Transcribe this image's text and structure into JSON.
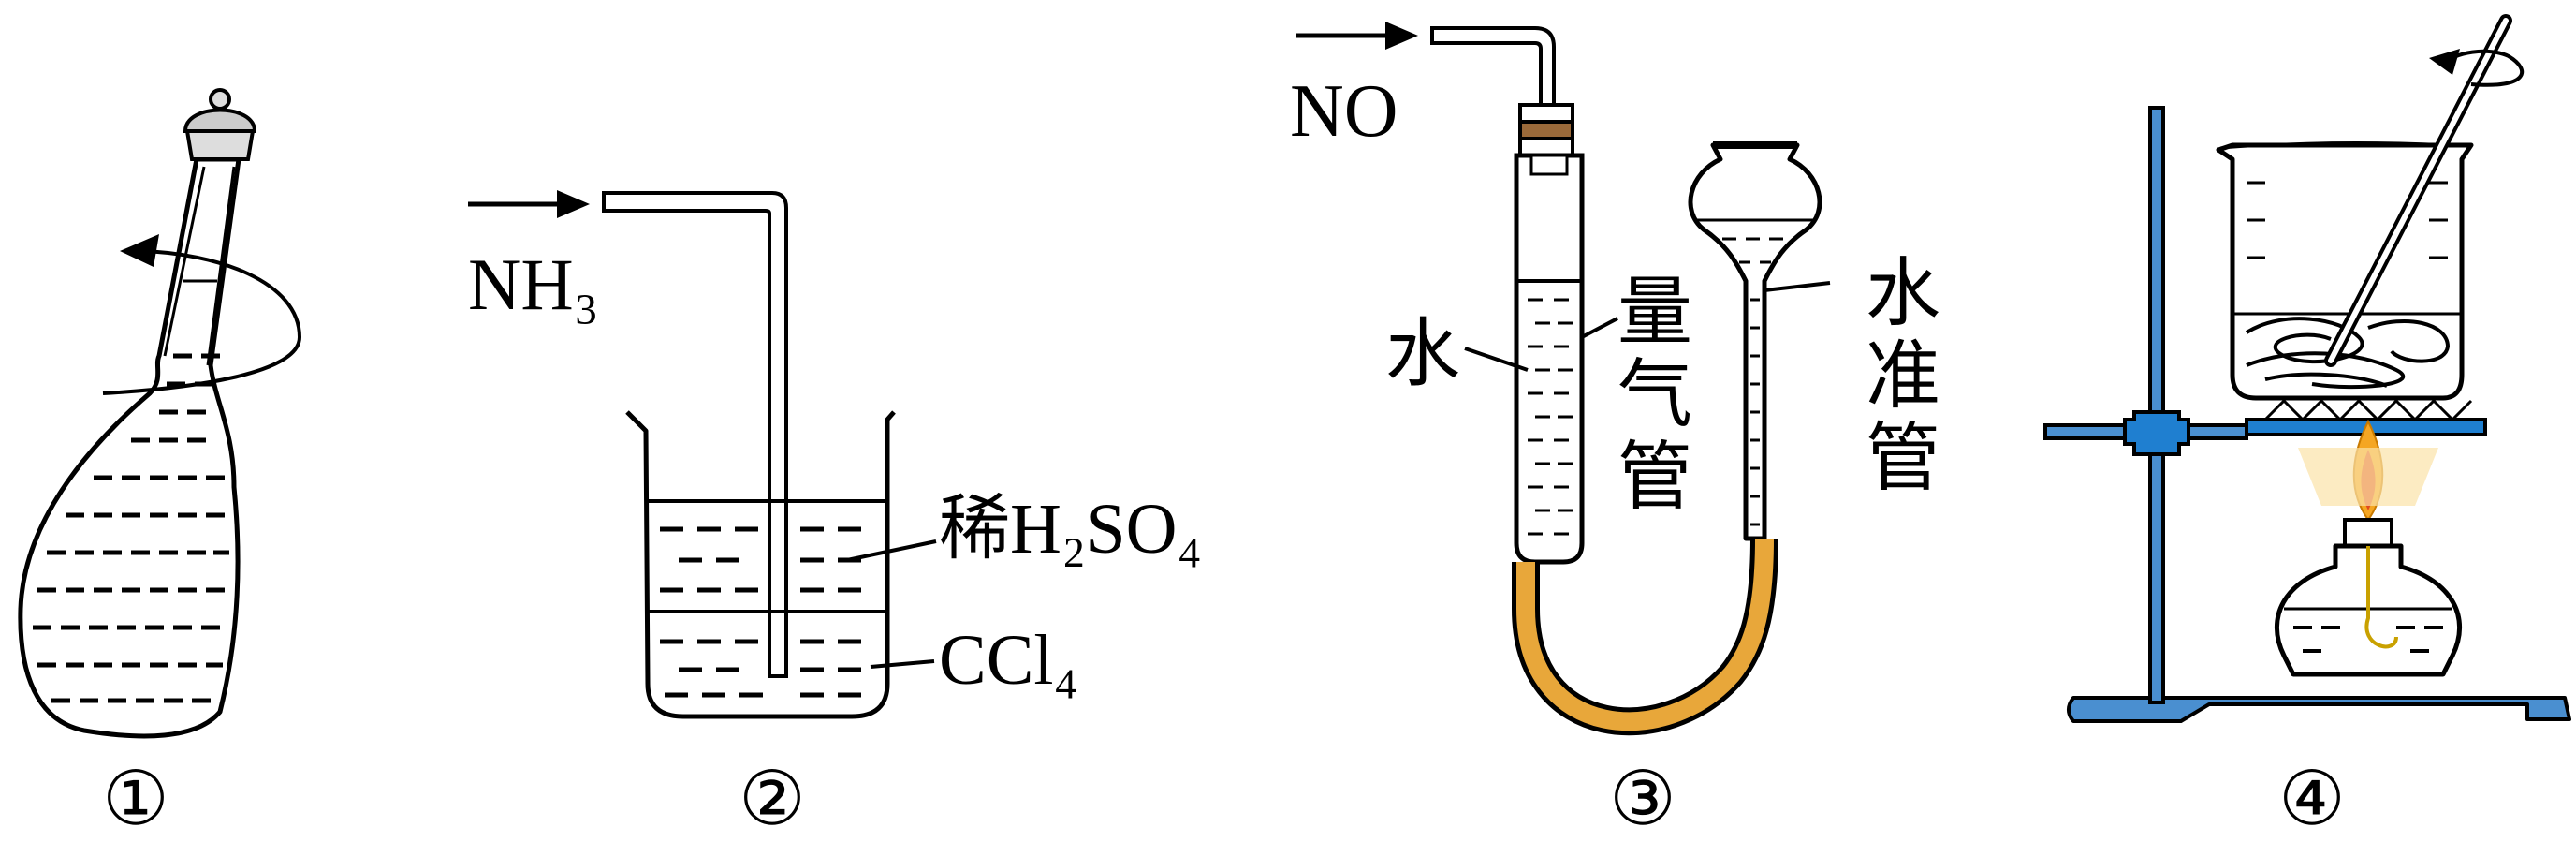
{
  "figures": [
    {
      "id": "fig1",
      "caption": "①"
    },
    {
      "id": "fig2",
      "caption": "②",
      "gas": "NH₃",
      "upper_layer": "稀H₂SO₄",
      "lower_layer": "CCl₄"
    },
    {
      "id": "fig3",
      "caption": "③",
      "gas": "NO",
      "water": "水",
      "gas_tube": "量气管",
      "level_tube": "水准管"
    },
    {
      "id": "fig4",
      "caption": "④"
    }
  ],
  "colors": {
    "line": "#000000",
    "rubber_tube": "#e8a73a",
    "stand_blue": "#4a8fd0",
    "clamp_blue": "#1f7fd0",
    "flame": "#f5a623",
    "stopper": "#9b6a3a"
  }
}
